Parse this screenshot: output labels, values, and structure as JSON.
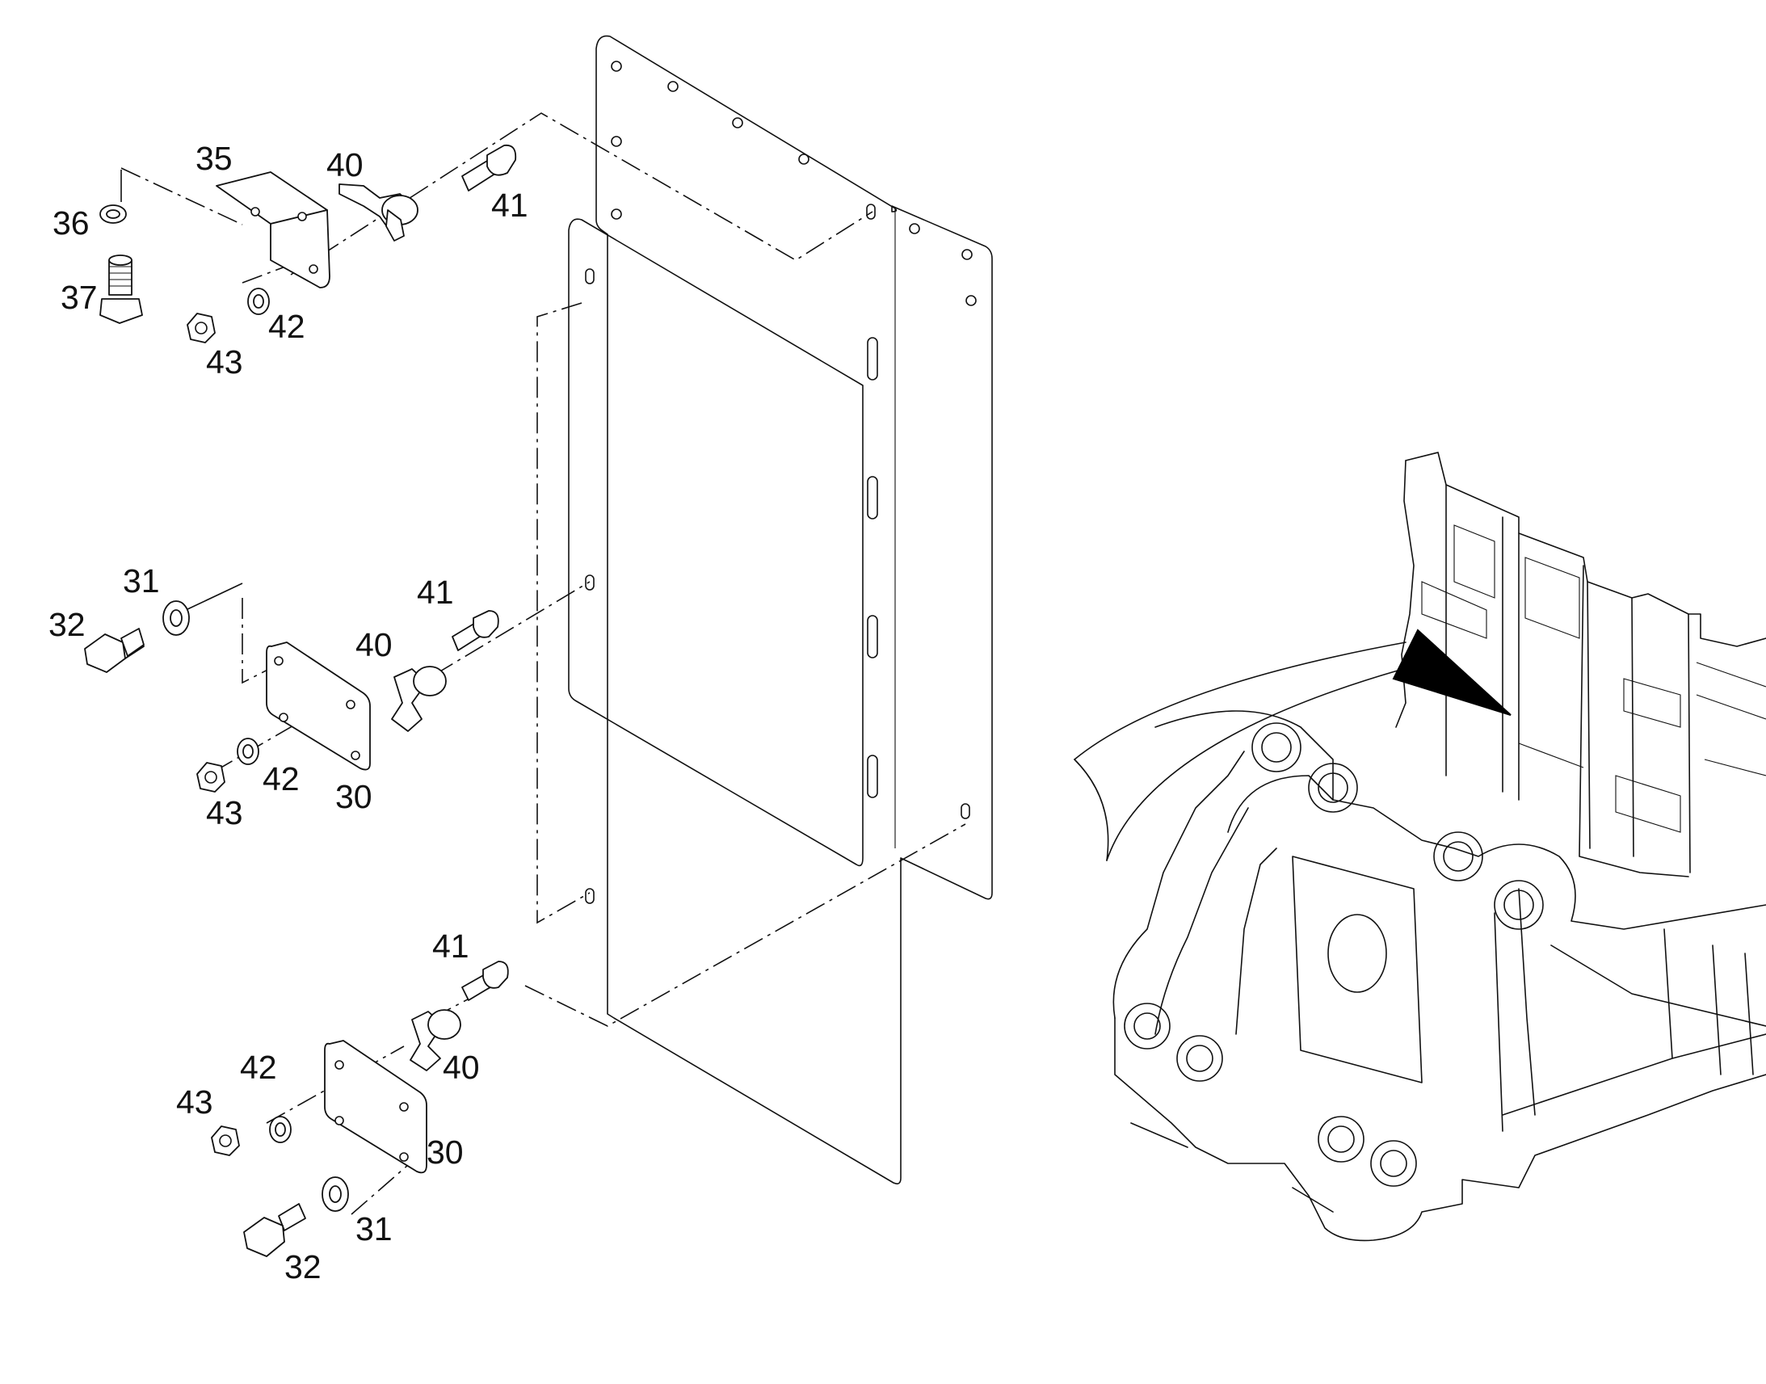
{
  "colors": {
    "line": "#111111",
    "background": "#ffffff",
    "arrow": "#000000"
  },
  "callouts": [
    {
      "id": "c35",
      "text": "35"
    },
    {
      "id": "c40a",
      "text": "40"
    },
    {
      "id": "c41a",
      "text": "41"
    },
    {
      "id": "c36",
      "text": "36"
    },
    {
      "id": "c37",
      "text": "37"
    },
    {
      "id": "c42a",
      "text": "42"
    },
    {
      "id": "c43a",
      "text": "43"
    },
    {
      "id": "c31a",
      "text": "31"
    },
    {
      "id": "c32a",
      "text": "32"
    },
    {
      "id": "c41b",
      "text": "41"
    },
    {
      "id": "c40b",
      "text": "40"
    },
    {
      "id": "c42b",
      "text": "42"
    },
    {
      "id": "c43b",
      "text": "43"
    },
    {
      "id": "c30a",
      "text": "30"
    },
    {
      "id": "c41c",
      "text": "41"
    },
    {
      "id": "c42c",
      "text": "42"
    },
    {
      "id": "c43c",
      "text": "43"
    },
    {
      "id": "c40c",
      "text": "40"
    },
    {
      "id": "c30b",
      "text": "30"
    },
    {
      "id": "c31b",
      "text": "31"
    },
    {
      "id": "c32b",
      "text": "32"
    }
  ]
}
